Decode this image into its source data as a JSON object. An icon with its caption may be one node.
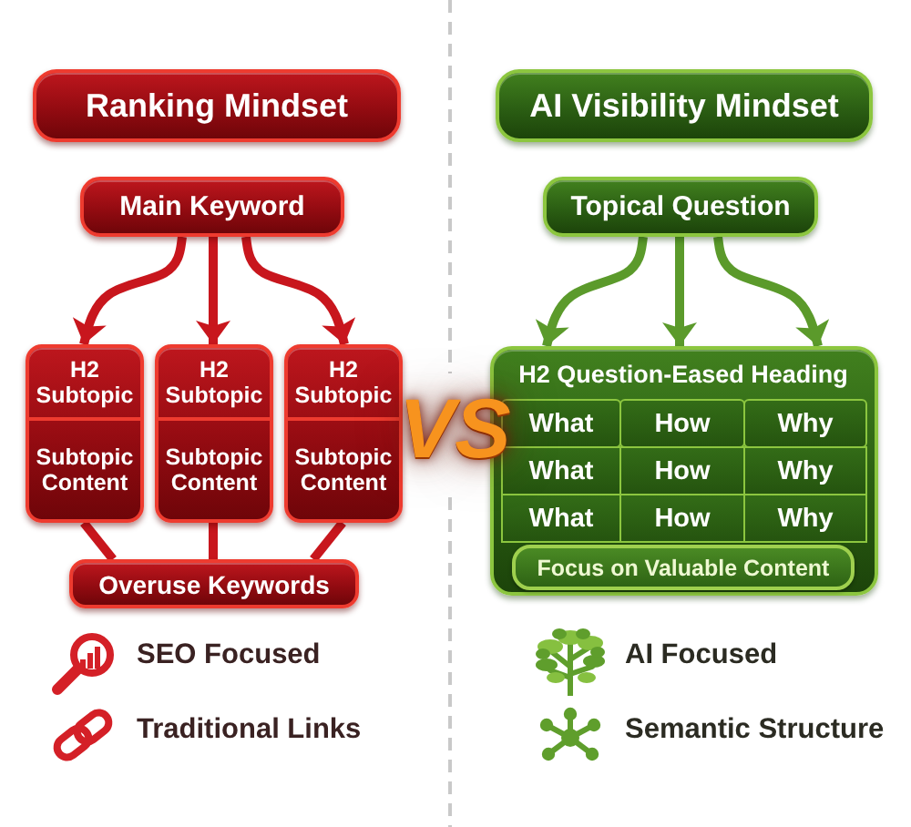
{
  "diagram": {
    "nodes": [
      {
        "text": [
          "Ranking Mindset"
        ]
      },
      {
        "text": [
          "Main Keyword"
        ]
      },
      {
        "text": [
          "H2 Subtopic",
          "Subtopic Content"
        ]
      },
      {
        "text": [
          "H2 Subtopic",
          "Subtopic Content"
        ]
      },
      {
        "text": [
          "H2 Subtopic",
          "Subtopic Content"
        ]
      },
      {
        "text": [
          "Overuse Keywords"
        ]
      },
      {
        "text": [
          "AI Visibility Mindset"
        ]
      },
      {
        "text": [
          "Topical Question"
        ]
      },
      {
        "text": [
          "H2 Question-Eased Heading"
        ]
      },
      {
        "text": [
          "What"
        ],
        "in": 8
      },
      {
        "text": [
          "How"
        ],
        "in": 8
      },
      {
        "text": [
          "Why"
        ],
        "in": 8
      },
      {
        "text": [
          "What"
        ],
        "in": 8
      },
      {
        "text": [
          "How"
        ],
        "in": 8
      },
      {
        "text": [
          "Why"
        ],
        "in": 8
      },
      {
        "text": [
          "What"
        ],
        "in": 8
      },
      {
        "text": [
          "How"
        ],
        "in": 8
      },
      {
        "text": [
          "Why"
        ],
        "in": 8
      },
      {
        "text": [
          "Focus on Valuable Content"
        ],
        "in": 8
      }
    ],
    "edges": [
      {
        "from": 1,
        "to": 2,
        "arrow": "to"
      },
      {
        "from": 1,
        "to": 3,
        "arrow": "to"
      },
      {
        "from": 1,
        "to": 4,
        "arrow": "to"
      },
      {
        "from": 2,
        "to": 5,
        "arrow": "none"
      },
      {
        "from": 3,
        "to": 5,
        "arrow": "none"
      },
      {
        "from": 4,
        "to": 5,
        "arrow": "none"
      },
      {
        "from": 7,
        "to": 8,
        "arrow": "to",
        "color": "#5b9a2b"
      },
      {
        "from": 7,
        "to": 8,
        "arrow": "to",
        "color": "#5b9a2b"
      },
      {
        "from": 7,
        "to": 8,
        "arrow": "to",
        "color": "#5b9a2b"
      }
    ],
    "labels": [
      "VS",
      "SEO Focused",
      "Traditional Links",
      "AI Focused",
      "Semantic Structure"
    ]
  }
}
